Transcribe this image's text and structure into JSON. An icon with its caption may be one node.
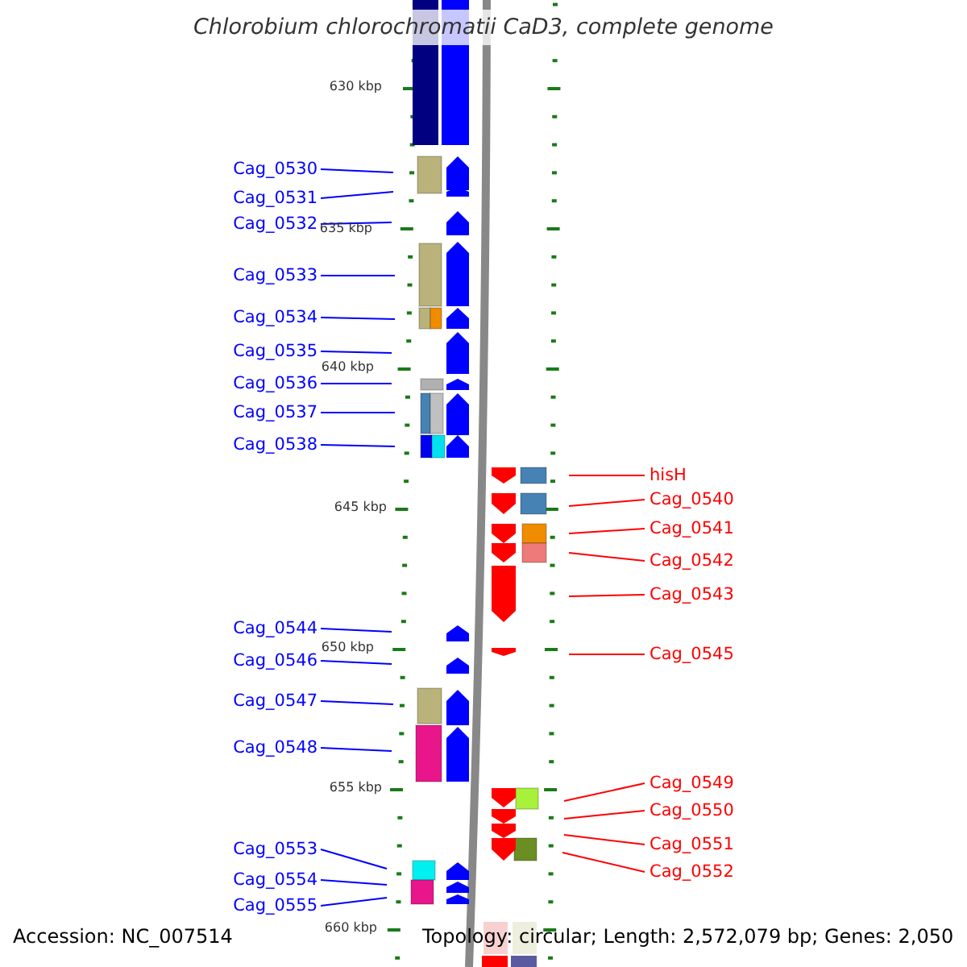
{
  "diagram": {
    "title": "Chlorobium chlorochromatii CaD3, complete genome",
    "nodes": [
      {
        "text": [
          "Cag_0530"
        ]
      },
      {
        "text": [
          "Cag_0531"
        ]
      },
      {
        "text": [
          "Cag_0532"
        ]
      },
      {
        "text": [
          "Cag_0533"
        ]
      },
      {
        "text": [
          "Cag_0534"
        ]
      },
      {
        "text": [
          "Cag_0535"
        ]
      },
      {
        "text": [
          "Cag_0536"
        ]
      },
      {
        "text": [
          "Cag_0537"
        ]
      },
      {
        "text": [
          "Cag_0538"
        ]
      },
      {
        "text": [
          "Cag_0544"
        ]
      },
      {
        "text": [
          "Cag_0546"
        ]
      },
      {
        "text": [
          "Cag_0547"
        ]
      },
      {
        "text": [
          "Cag_0548"
        ]
      },
      {
        "text": [
          "Cag_0553"
        ]
      },
      {
        "text": [
          "Cag_0554"
        ]
      },
      {
        "text": [
          "Cag_0555"
        ]
      },
      {
        "text": [
          "hisH"
        ]
      },
      {
        "text": [
          "Cag_0540"
        ]
      },
      {
        "text": [
          "Cag_0541"
        ]
      },
      {
        "text": [
          "Cag_0542"
        ]
      },
      {
        "text": [
          "Cag_0543"
        ]
      },
      {
        "text": [
          "Cag_0545"
        ]
      },
      {
        "text": [
          "Cag_0549"
        ]
      },
      {
        "text": [
          "Cag_0550"
        ]
      },
      {
        "text": [
          "Cag_0551"
        ]
      },
      {
        "text": [
          "Cag_0552"
        ]
      }
    ],
    "edges": [
      {
        "from": 0,
        "to": null,
        "arrow": "none"
      },
      {
        "from": 1,
        "to": null,
        "arrow": "none"
      },
      {
        "from": 2,
        "to": null,
        "arrow": "none"
      },
      {
        "from": 3,
        "to": null,
        "arrow": "none"
      },
      {
        "from": 4,
        "to": null,
        "arrow": "none"
      },
      {
        "from": 5,
        "to": null,
        "arrow": "none"
      },
      {
        "from": 6,
        "to": null,
        "arrow": "none"
      },
      {
        "from": 7,
        "to": null,
        "arrow": "none"
      },
      {
        "from": 8,
        "to": null,
        "arrow": "none"
      },
      {
        "from": 9,
        "to": null,
        "arrow": "none"
      },
      {
        "from": 10,
        "to": null,
        "arrow": "none"
      },
      {
        "from": 11,
        "to": null,
        "arrow": "none"
      },
      {
        "from": 12,
        "to": null,
        "arrow": "none"
      },
      {
        "from": 13,
        "to": null,
        "arrow": "none"
      },
      {
        "from": 14,
        "to": null,
        "arrow": "none"
      },
      {
        "from": 15,
        "to": null,
        "arrow": "none"
      },
      {
        "from": 16,
        "to": null,
        "arrow": "none",
        "color": "#ff0000"
      },
      {
        "from": 17,
        "to": null,
        "arrow": "none",
        "color": "#ff0000"
      },
      {
        "from": 18,
        "to": null,
        "arrow": "none",
        "color": "#ff0000"
      },
      {
        "from": 19,
        "to": null,
        "arrow": "none",
        "color": "#ff0000"
      },
      {
        "from": 20,
        "to": null,
        "arrow": "none",
        "color": "#ff0000"
      },
      {
        "from": 21,
        "to": null,
        "arrow": "none",
        "color": "#ff0000"
      },
      {
        "from": 22,
        "to": null,
        "arrow": "none",
        "color": "#ff0000"
      },
      {
        "from": 23,
        "to": null,
        "arrow": "none",
        "color": "#ff0000"
      },
      {
        "from": 24,
        "to": null,
        "arrow": "none",
        "color": "#ff0000"
      },
      {
        "from": 25,
        "to": null,
        "arrow": "none",
        "color": "#ff0000"
      }
    ],
    "labels": [
      "630 kbp",
      "635 kbp",
      "640 kbp",
      "645 kbp",
      "650 kbp",
      "655 kbp",
      "660 kbp",
      "Accession: NC_007514",
      "Topology: circular; Length: 2,572,079 bp; Genes: 2,050"
    ]
  }
}
